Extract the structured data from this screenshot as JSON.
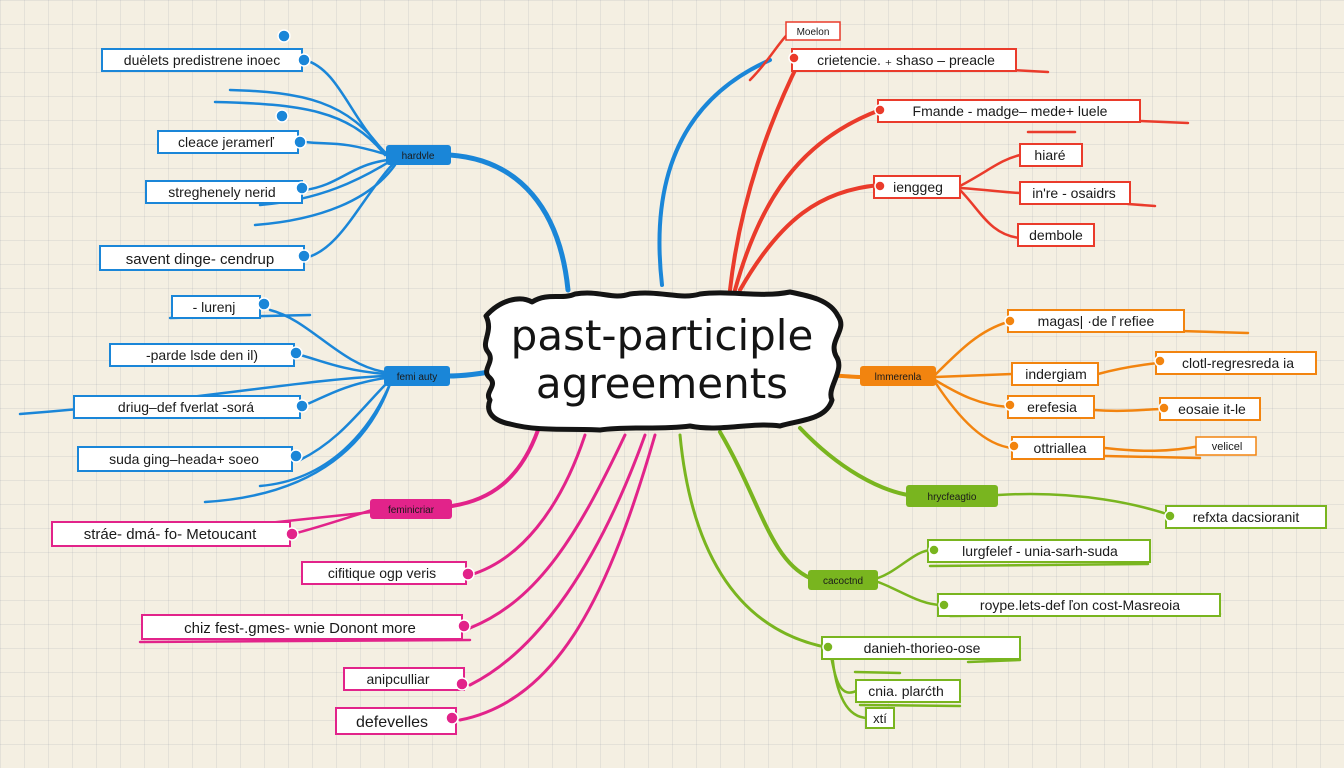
{
  "title": {
    "line1": "past-participle",
    "line2": "agreements"
  },
  "colors": {
    "blue": "#1a86d8",
    "red": "#ea3b2b",
    "orange": "#f2840f",
    "green": "#79b51f",
    "pink": "#e2238a",
    "ink": "#141414"
  },
  "hubs": {
    "blue1": "hardvle",
    "blue2": "femi auty",
    "pink": "feminicriar",
    "orange": "lmmerenla",
    "green1": "hrycfeagtio",
    "green2": "cacoctnd"
  },
  "leaves": {
    "b1": "duėlets predistrene inoec",
    "b2": "cleace jeramerľ",
    "b3": "streghenely nerid",
    "b4": "savent dinge- cendrup",
    "b5": "- lurenj",
    "b6": "-parde  lsde den il)",
    "b7": "driug–def fverlat -sorá",
    "b8": "suda ging–heada+ soeo",
    "p1": "stráe- dmá- fo- Metoucant",
    "p2": "cifitique ogp veris",
    "p3": "chiz fest-.gmes- wnie Donont more",
    "p4": "anipculliar",
    "p5": "defevelles",
    "r0": "Moelon",
    "r1": "crietencie. ₊ shaso – preacle",
    "r2": "Fmande - madge– mede+ luele",
    "r3": "ienggeg",
    "r4": "hiaré",
    "r5": "in're - osaidrs",
    "r6": "dembole",
    "o1": "magas| ·de  ľ refiee",
    "o2": "indergiam",
    "o3": "clotl-regresreda ia",
    "o4": "erefesia",
    "o5": "eosaie it-le",
    "o6": "ottriallea",
    "o7": "velicel",
    "g1": "refxta dacsioranit",
    "g2": "lurgfelef - unia-sarh-suda",
    "g3": "roype.lets-def ľon cost-Masreoia",
    "g4": "danieh-thorieo-ose",
    "g5": "cnia. plarćth",
    "g6": "xtí"
  }
}
